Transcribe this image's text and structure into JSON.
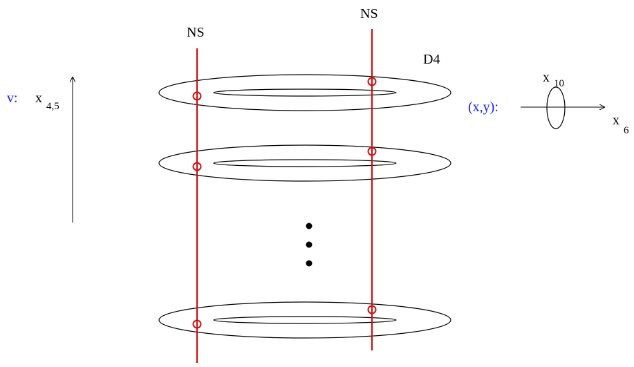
{
  "labels": {
    "ns_left": "NS",
    "ns_right": "NS",
    "d4": "D4",
    "v_label": "v:",
    "v_x": "x",
    "v_sub": "4,5",
    "xy_label": "(x,y):",
    "x10_x": "x",
    "x10_sub": "10",
    "x6_x": "x",
    "x6_sub": "6"
  },
  "colors": {
    "ns_brane": "#cc1111",
    "coordinate_text": "#1a1aff",
    "black": "#000000"
  },
  "d4_disks_drawn": 3,
  "ellipsis": "vertical dots"
}
